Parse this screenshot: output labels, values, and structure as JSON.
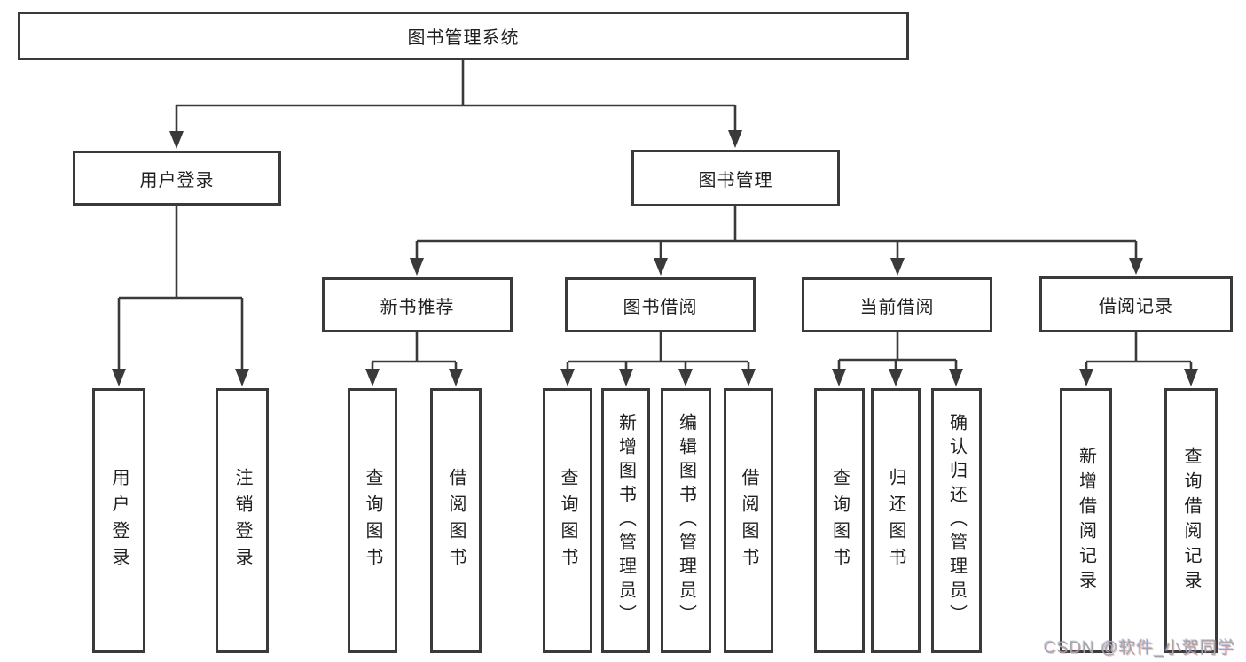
{
  "tree": {
    "root_label": "图书管理系统",
    "branches": [
      {
        "label": "用户登录",
        "children": [
          {
            "label": "用户登录"
          },
          {
            "label": "注销登录"
          }
        ]
      },
      {
        "label": "图书管理",
        "children": [
          {
            "label": "新书推荐",
            "children": [
              {
                "label": "查询图书"
              },
              {
                "label": "借阅图书"
              }
            ]
          },
          {
            "label": "图书借阅",
            "children": [
              {
                "label": "查询图书"
              },
              {
                "label": "新增图书（管理员）"
              },
              {
                "label": "编辑图书（管理员）"
              },
              {
                "label": "借阅图书"
              }
            ]
          },
          {
            "label": "当前借阅",
            "children": [
              {
                "label": "查询图书"
              },
              {
                "label": "归还图书"
              },
              {
                "label": "确认归还（管理员）"
              }
            ]
          },
          {
            "label": "借阅记录",
            "children": [
              {
                "label": "新增借阅记录"
              },
              {
                "label": "查询借阅记录"
              }
            ]
          }
        ]
      }
    ]
  },
  "watermark": {
    "text": "CSDN @软件_小贺同学"
  },
  "colors": {
    "line": "#3a3a3a",
    "text": "#1f1f1f",
    "background": "#ffffff",
    "watermark": "#a6a6a6"
  }
}
